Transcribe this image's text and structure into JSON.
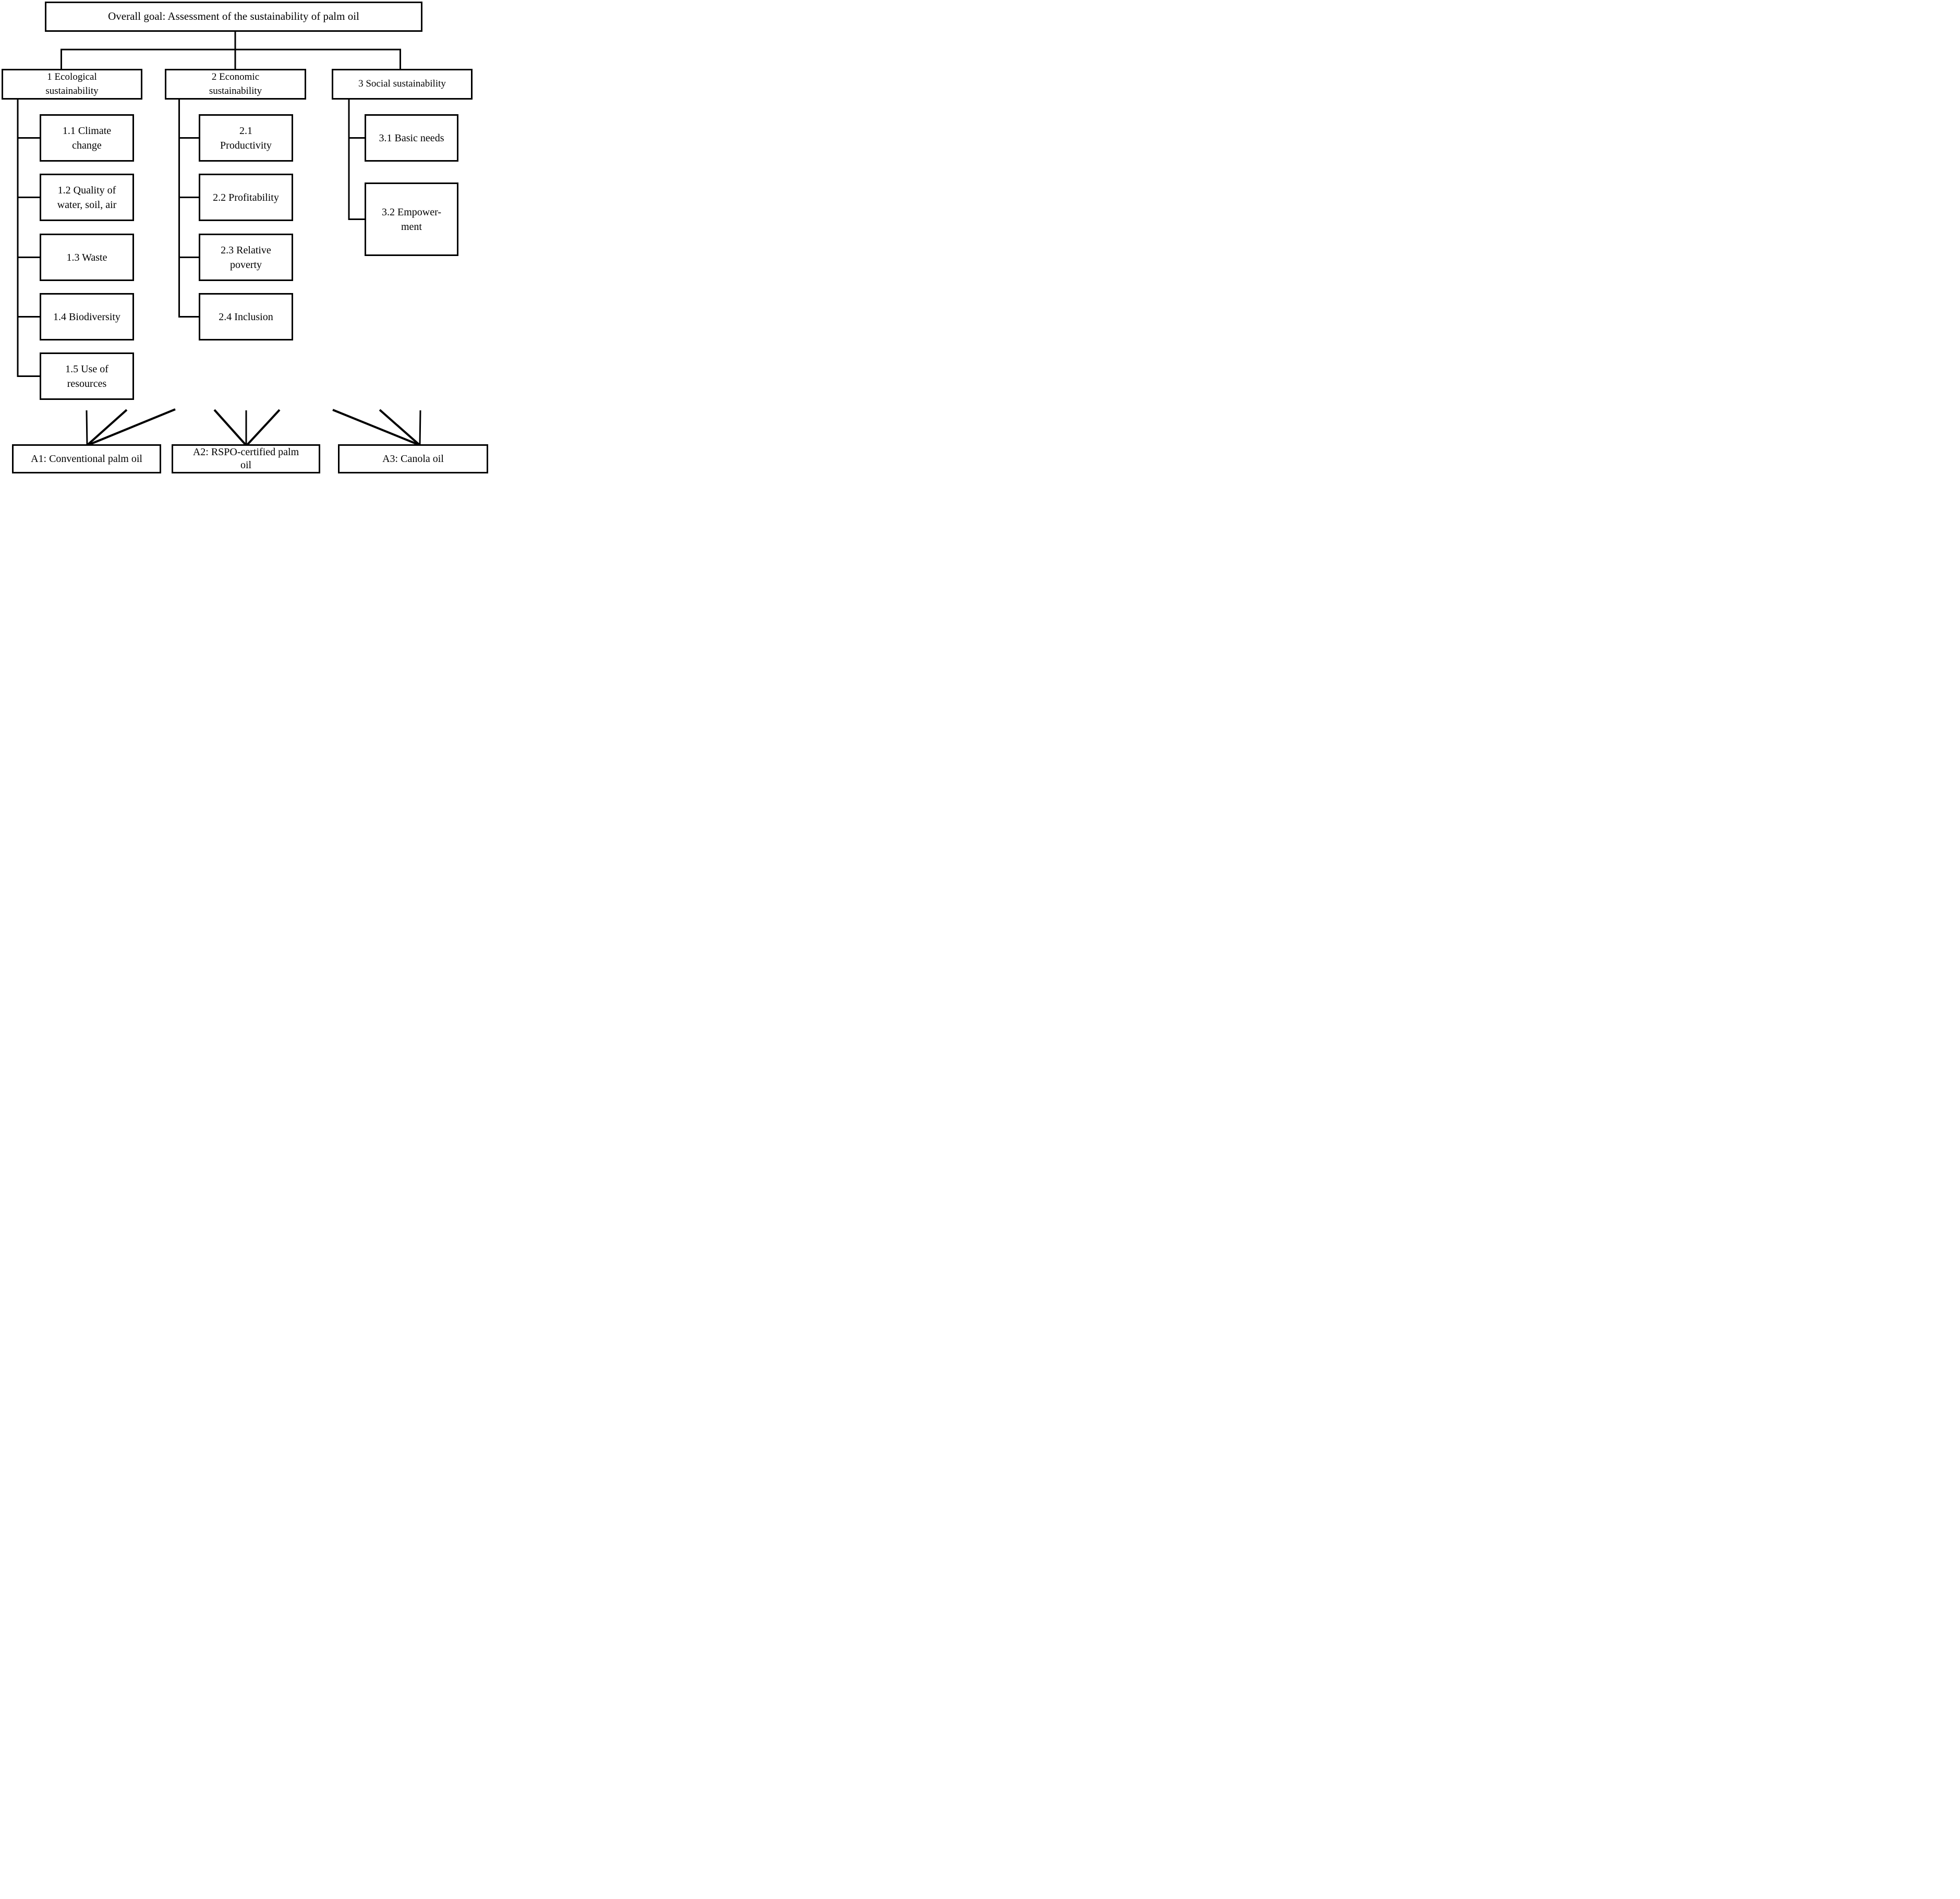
{
  "figure": {
    "goal": {
      "label": "Overall goal: Assessment of the sustainability of palm oil",
      "lines": [
        "Overall goal: Assessment of the sustainability of palm oil"
      ]
    },
    "criteria": [
      {
        "label": "1 Ecological sustainability",
        "lines": [
          "1 Ecological",
          "sustainability"
        ],
        "subcriteria": [
          {
            "label": "1.1 Climate change",
            "lines": [
              "1.1 Climate",
              "change"
            ]
          },
          {
            "label": "1.2 Quality of water, soil, air",
            "lines": [
              "1.2 Quality of",
              "water, soil, air"
            ]
          },
          {
            "label": "1.3 Waste",
            "lines": [
              "1.3 Waste"
            ]
          },
          {
            "label": "1.4 Biodiversity",
            "lines": [
              "1.4 Biodiversity"
            ]
          },
          {
            "label": "1.5 Use of resources",
            "lines": [
              "1.5 Use of",
              "resources"
            ]
          }
        ]
      },
      {
        "label": "2 Economic sustainability",
        "lines": [
          "2 Economic",
          "sustainability"
        ],
        "subcriteria": [
          {
            "label": "2.1 Productivity",
            "lines": [
              "2.1",
              "Productivity"
            ]
          },
          {
            "label": "2.2 Profitability",
            "lines": [
              "2.2 Profitability"
            ]
          },
          {
            "label": "2.3 Relative poverty",
            "lines": [
              "2.3 Relative",
              "poverty"
            ]
          },
          {
            "label": "2.4 Inclusion",
            "lines": [
              "2.4 Inclusion"
            ]
          }
        ]
      },
      {
        "label": "3 Social sustainability",
        "lines": [
          "3 Social sustainability"
        ],
        "subcriteria": [
          {
            "label": "3.1 Basic needs",
            "lines": [
              "3.1 Basic needs"
            ]
          },
          {
            "label": "3.2 Empowerment",
            "lines": [
              "3.2 Empower-",
              "ment"
            ]
          }
        ]
      }
    ],
    "alternatives": [
      {
        "label": "A1: Conventional palm oil",
        "lines": [
          "A1: Conventional palm oil"
        ]
      },
      {
        "label": "A2: RSPO-certified palm oil",
        "lines": [
          "A2: RSPO-certified palm",
          "oil"
        ]
      },
      {
        "label": "A3: Canola oil",
        "lines": [
          "A3: Canola oil"
        ]
      }
    ],
    "colors": {
      "line": "#000000",
      "border": "#000000",
      "text": "#000000",
      "background": "#ffffff"
    }
  }
}
